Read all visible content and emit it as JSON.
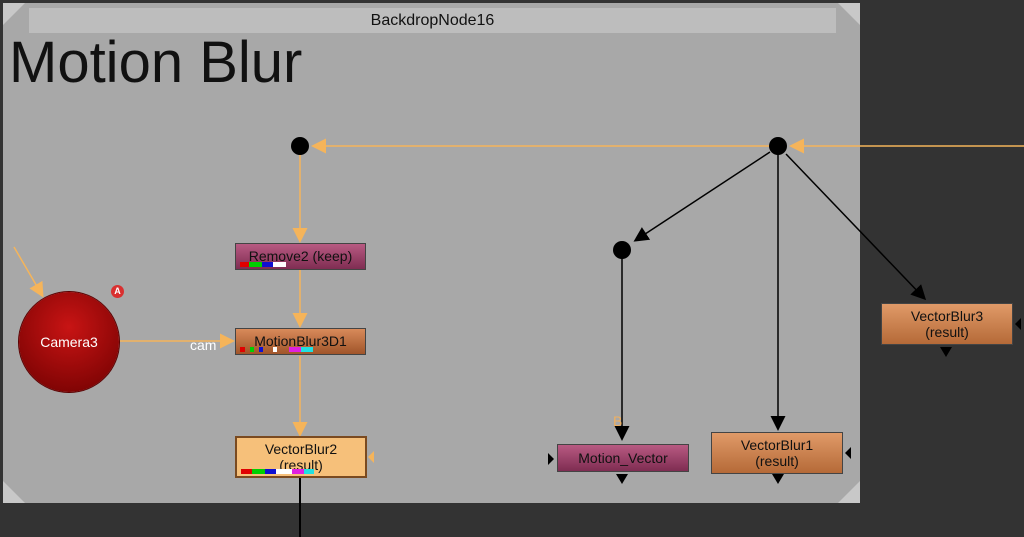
{
  "backdrop": {
    "name": "BackdropNode16",
    "title": "Motion Blur"
  },
  "nodes": {
    "remove": {
      "label": "Remove2 (keep)"
    },
    "motionblur3d": {
      "label": "MotionBlur3D1"
    },
    "vectorblur2": {
      "line1": "VectorBlur2",
      "line2": "(result)"
    },
    "motion_vector": {
      "label": "Motion_Vector"
    },
    "vectorblur1": {
      "line1": "VectorBlur1",
      "line2": "(result)"
    },
    "vectorblur3": {
      "line1": "VectorBlur3",
      "line2": "(result)"
    },
    "camera": {
      "label": "Camera3",
      "badge": "A"
    }
  },
  "pipe_labels": {
    "cam": "cam",
    "b": "B"
  },
  "colors": {
    "background": "#333333",
    "backdrop": "#a8a8a8",
    "wire_orange": "#f5b45a",
    "wire_black": "#000000"
  }
}
